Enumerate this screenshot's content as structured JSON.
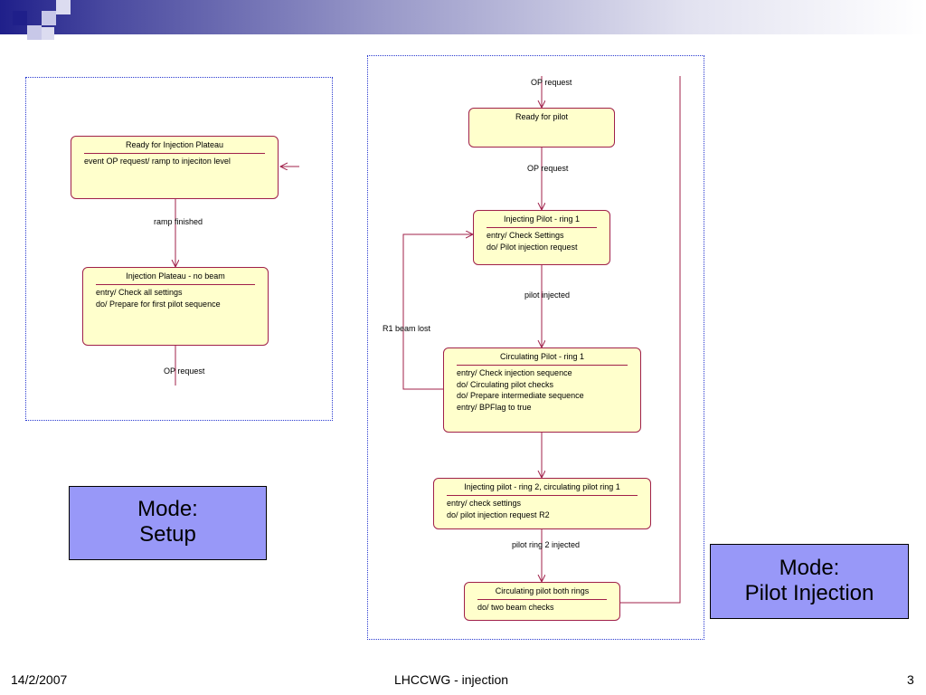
{
  "colors": {
    "state_fill": "#ffffcc",
    "state_border": "#a0204a",
    "mode_fill": "#9898f8",
    "frame_border": "#2a3ad0",
    "header_dark": "#1f1f8a"
  },
  "setup": {
    "state1": {
      "title": "Ready for Injection Plateau",
      "actions": [
        "event OP request/ ramp to injeciton level"
      ]
    },
    "trans1": "ramp finished",
    "state2": {
      "title": "Injection Plateau - no beam",
      "actions": [
        "entry/ Check all settings",
        "do/ Prepare for first pilot sequence"
      ]
    },
    "trans_out": "OP request"
  },
  "pilot": {
    "trans_in": "OP request",
    "state1": {
      "title": "Ready for pilot"
    },
    "trans1": "OP request",
    "state2": {
      "title": "Injecting Pilot - ring 1",
      "actions": [
        "entry/ Check Settings",
        "do/ Pilot injection request"
      ]
    },
    "trans2": "pilot injected",
    "trans_loop": "R1 beam lost",
    "state3": {
      "title": "Circulating Pilot - ring 1",
      "actions": [
        "entry/ Check injection sequence",
        "do/ Circulating pilot checks",
        "do/ Prepare intermediate sequence",
        "entry/ BPFlag to true"
      ]
    },
    "state4": {
      "title": "Injecting pilot - ring 2, circulating pilot ring 1",
      "actions": [
        "entry/ check settings",
        "do/ pilot injection request R2"
      ]
    },
    "trans4": "pilot ring 2 injected",
    "state5": {
      "title": "Circulating pilot both rings",
      "actions": [
        "do/ two beam checks"
      ]
    }
  },
  "mode_setup": {
    "line1": "Mode:",
    "line2": "Setup"
  },
  "mode_pilot": {
    "line1": "Mode:",
    "line2": "Pilot Injection"
  },
  "footer": {
    "date": "14/2/2007",
    "title": "LHCCWG - injection",
    "page": "3"
  }
}
